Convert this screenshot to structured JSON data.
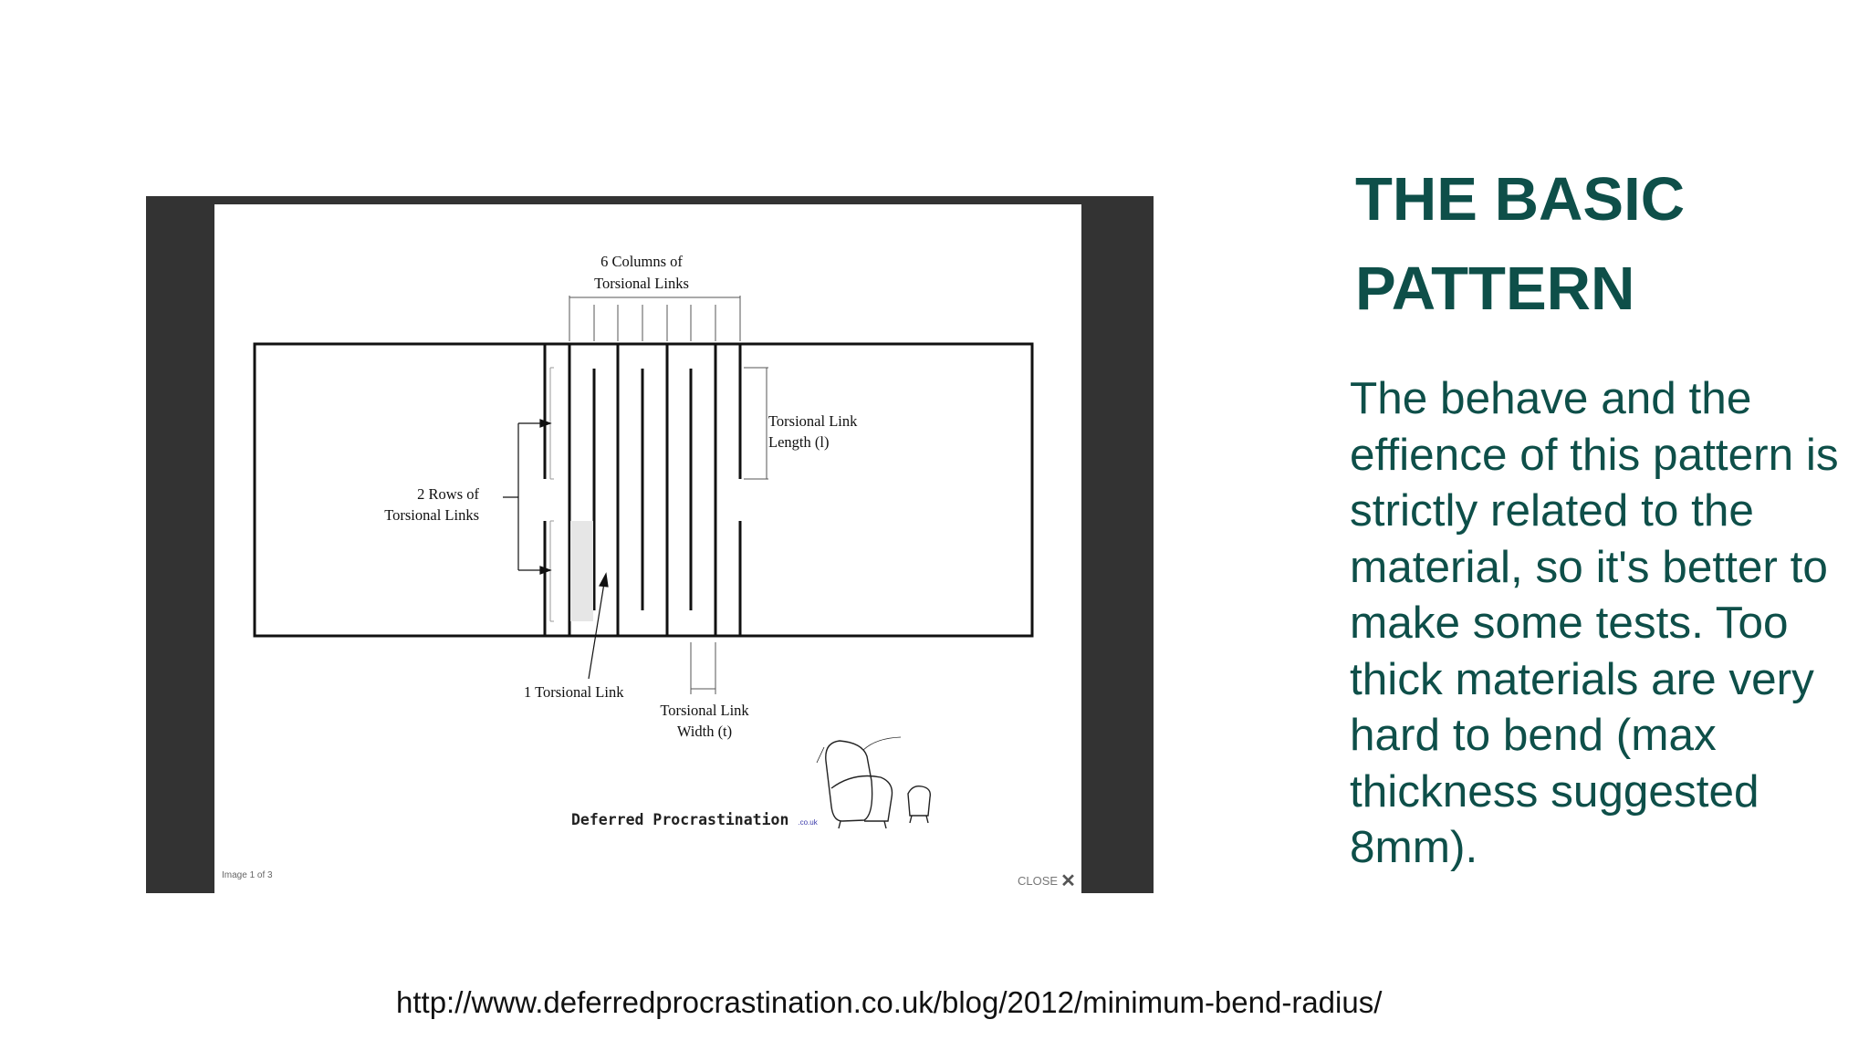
{
  "slide": {
    "title_line1": "THE BASIC",
    "title_line2": "PATTERN",
    "body": "The behave and the effience of this pattern is strictly related to the material, so it's better to make some tests. Too thick materials are very hard to bend (max thickness suggested 8mm).",
    "source_url": "http://www.deferredprocrastination.co.uk/blog/2012/minimum-bend-radius/"
  },
  "lightbox": {
    "counter": "Image 1 of 3",
    "close_label": "CLOSE",
    "close_icon": "close-icon"
  },
  "diagram": {
    "label_columns_line1": "6 Columns of",
    "label_columns_line2": "Torsional Links",
    "label_rows_line1": "2 Rows of",
    "label_rows_line2": "Torsional Links",
    "label_length_line1": "Torsional Link",
    "label_length_line2": "Length (l)",
    "label_one_link": "1 Torsional Link",
    "label_width_line1": "Torsional Link",
    "label_width_line2": "Width (t)",
    "logo_name": "Deferred Procrastination",
    "logo_tld": ".co.uk"
  },
  "colors": {
    "accent": "#0e4f49",
    "lightbox_frame": "#333333"
  }
}
